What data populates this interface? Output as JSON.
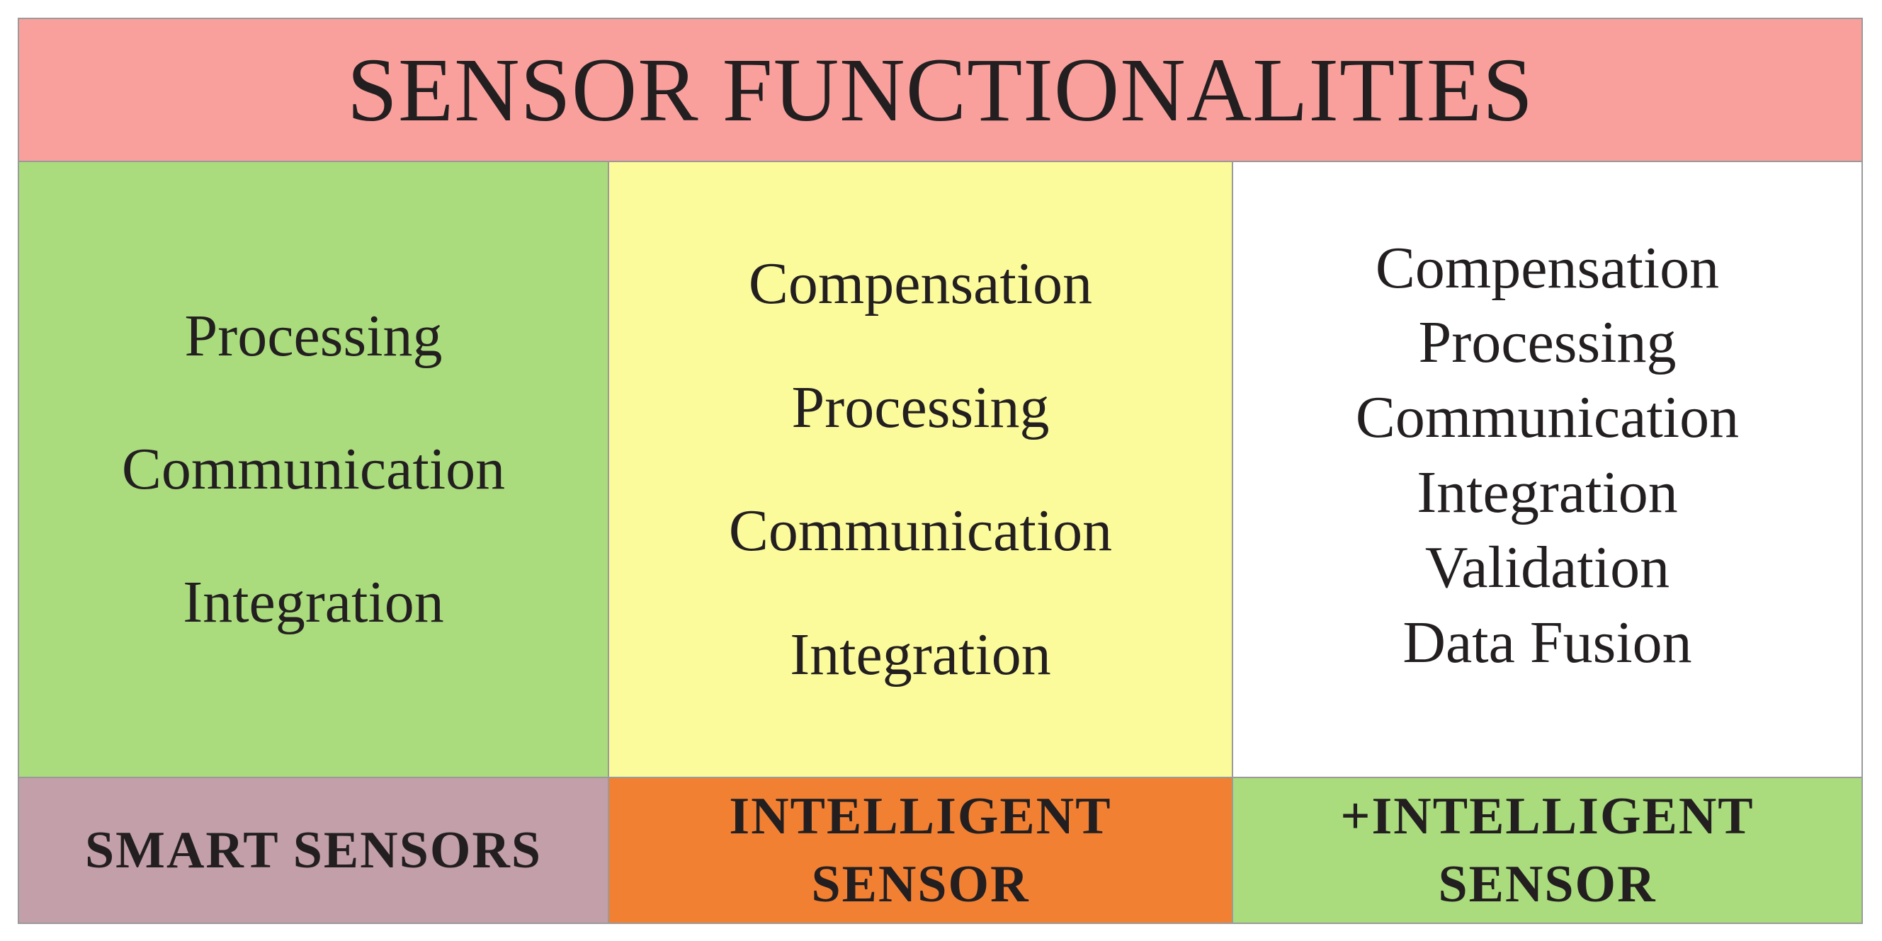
{
  "title": "SENSOR FUNCTIONALITIES",
  "colors": {
    "title_bg": "#f9a09d",
    "smart_bg": "#aadc7d",
    "intelligent_bg": "#fcfb9b",
    "plus_bg": "#ffffff",
    "smart_label_bg": "#c29fa9",
    "intelligent_label_bg": "#f28033",
    "plus_label_bg": "#aadc7d"
  },
  "columns": [
    {
      "functions": [
        "Processing",
        "Communication",
        "Integration"
      ],
      "label_lines": [
        "SMART SENSORS"
      ]
    },
    {
      "functions": [
        "Compensation",
        "Processing",
        "Communication",
        "Integration"
      ],
      "label_lines": [
        "INTELLIGENT",
        "SENSOR"
      ]
    },
    {
      "functions": [
        "Compensation",
        "Processing",
        "Communication",
        "Integration",
        "Validation",
        "Data Fusion"
      ],
      "label_lines": [
        "+INTELLIGENT",
        "SENSOR"
      ]
    }
  ]
}
